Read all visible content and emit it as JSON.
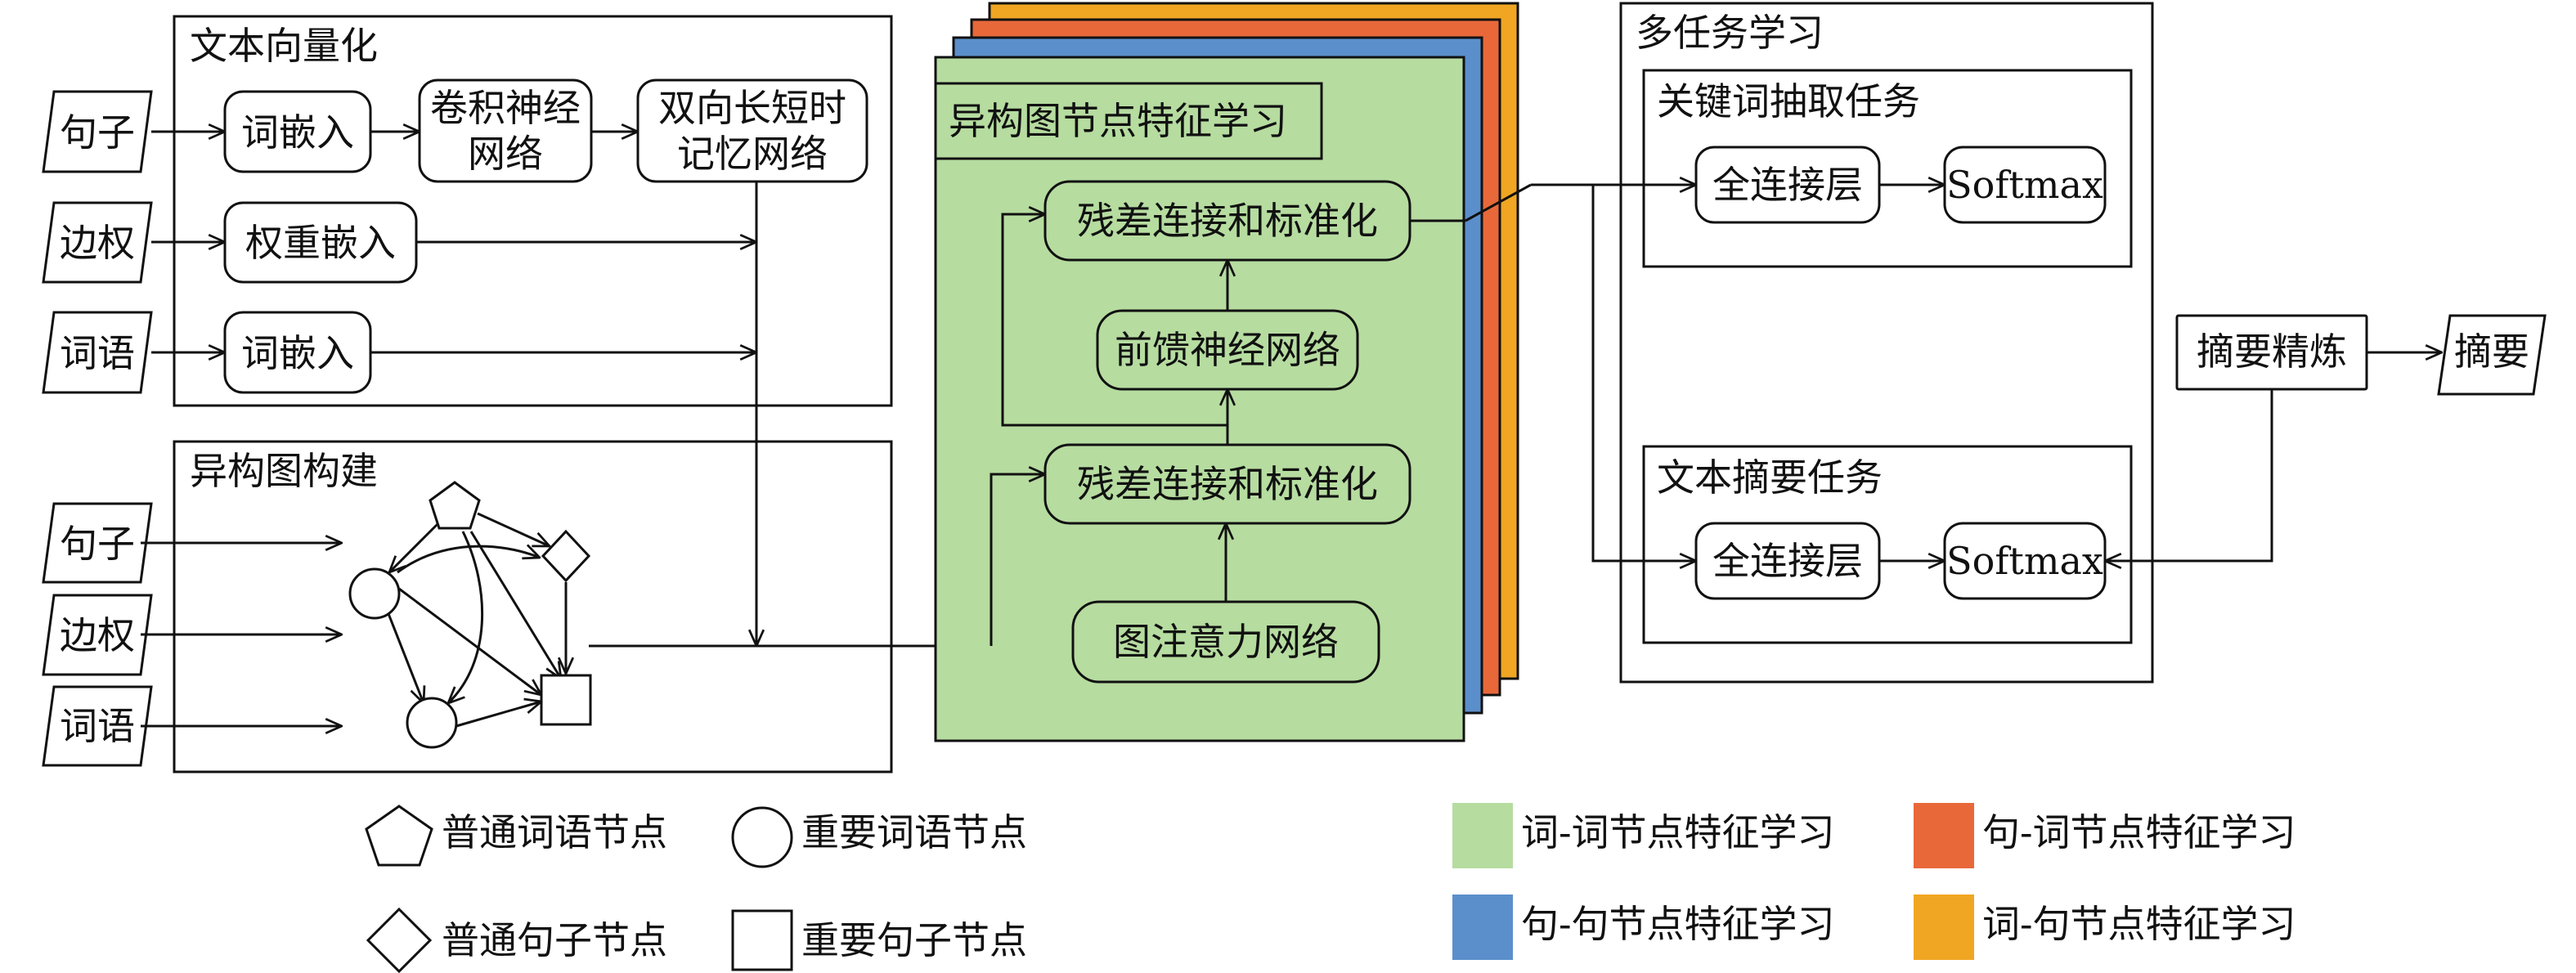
{
  "sections": {
    "text_vec": "文本向量化",
    "graph_build": "异构图构建",
    "hetero_learn": "异构图节点特征学习",
    "multitask": "多任务学习",
    "keyword_task": "关键词抽取任务",
    "summary_task": "文本摘要任务"
  },
  "inputs": {
    "sentence": "句子",
    "edge_weight": "边权",
    "word": "词语",
    "sentence2": "句子",
    "edge_weight2": "边权",
    "word2": "词语"
  },
  "nodes": {
    "word_embed": "词嵌入",
    "cnn_line1": "卷积神经",
    "cnn_line2": "网络",
    "bilstm_line1": "双向长短时",
    "bilstm_line2": "记忆网络",
    "weight_embed": "权重嵌入",
    "word_embed2": "词嵌入",
    "residual_top": "残差连接和标准化",
    "ffn": "前馈神经网络",
    "residual_bottom": "残差连接和标准化",
    "gat": "图注意力网络",
    "fc_keyword": "全连接层",
    "softmax_keyword": "Softmax",
    "fc_summary": "全连接层",
    "softmax_summary": "Softmax",
    "refine": "摘要精炼",
    "output": "摘要"
  },
  "legend": {
    "shapes": [
      {
        "shape": "pentagon",
        "label": "普通词语节点"
      },
      {
        "shape": "circle",
        "label": "重要词语节点"
      },
      {
        "shape": "diamond",
        "label": "普通句子节点"
      },
      {
        "shape": "square",
        "label": "重要句子节点"
      }
    ],
    "layers": [
      {
        "color": "#b6dca0",
        "label": "词-词节点特征学习"
      },
      {
        "color": "#e8683a",
        "label": "句-词节点特征学习"
      },
      {
        "color": "#5b8fcb",
        "label": "句-句节点特征学习"
      },
      {
        "color": "#f0a623",
        "label": "词-句节点特征学习"
      }
    ]
  }
}
